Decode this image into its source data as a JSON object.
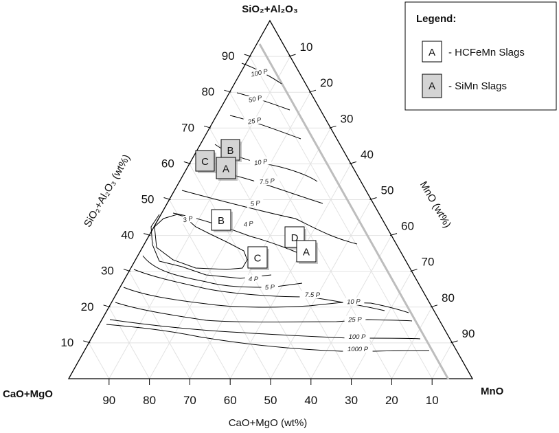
{
  "corners": {
    "top": "SiO₂+Al₂O₃",
    "left": "CaO+MgO",
    "right": "MnO"
  },
  "axes": {
    "left": "SiO₂+Al₂O₃ (wt%)",
    "right": "MnO (wt%)",
    "bottom": "CaO+MgO (wt%)"
  },
  "ticks": {
    "left": [
      "90",
      "80",
      "70",
      "60",
      "50",
      "40",
      "30",
      "20",
      "10"
    ],
    "right": [
      "10",
      "20",
      "30",
      "40",
      "50",
      "60",
      "70",
      "80",
      "90"
    ],
    "bottom": [
      "90",
      "80",
      "70",
      "60",
      "50",
      "40",
      "30",
      "20",
      "10"
    ]
  },
  "isoviscosity_labels": [
    "100 P",
    "50 P",
    "25 P",
    "10 P",
    "7.5 P",
    "5 P",
    "4 P",
    "3 P",
    "4 P",
    "5 P",
    "7.5 P",
    "10 P",
    "25 P",
    "100 P",
    "1000 P"
  ],
  "legend": {
    "title": "Legend:",
    "items": [
      {
        "marker": "A",
        "text": "- HCFeMn Slags",
        "fill": "#ffffff"
      },
      {
        "marker": "A",
        "text": "- SiMn Slags",
        "fill": "#d4d4d4"
      }
    ]
  },
  "slag_markers": [
    {
      "label": "B",
      "type": "SiMn",
      "fill": "#d4d4d4"
    },
    {
      "label": "C",
      "type": "SiMn",
      "fill": "#d4d4d4"
    },
    {
      "label": "A",
      "type": "SiMn",
      "fill": "#d4d4d4"
    },
    {
      "label": "B",
      "type": "HCFeMn",
      "fill": "#ffffff"
    },
    {
      "label": "D",
      "type": "HCFeMn",
      "fill": "#ffffff"
    },
    {
      "label": "A",
      "type": "HCFeMn",
      "fill": "#ffffff"
    },
    {
      "label": "C",
      "type": "HCFeMn",
      "fill": "#ffffff"
    }
  ]
}
